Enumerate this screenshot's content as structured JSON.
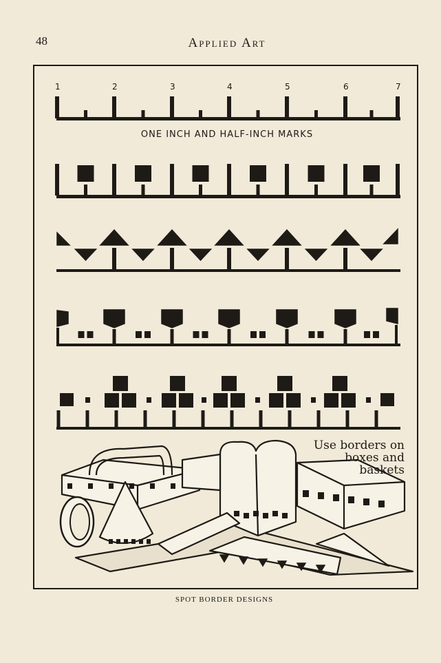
{
  "page": {
    "number": "48",
    "running_title": "Applied Art",
    "caption": "SPOT BORDER DESIGNS"
  },
  "figure": {
    "ruler_numbers": [
      "1",
      "2",
      "3",
      "4",
      "5",
      "6",
      "7"
    ],
    "ruler_label": "ONE INCH AND HALF-INCH MARKS",
    "illustration_note": [
      "Use borders on",
      "boxes and",
      "baskets"
    ]
  },
  "colors": {
    "paper": "#f1ead9",
    "ink": "#1e1a16"
  }
}
